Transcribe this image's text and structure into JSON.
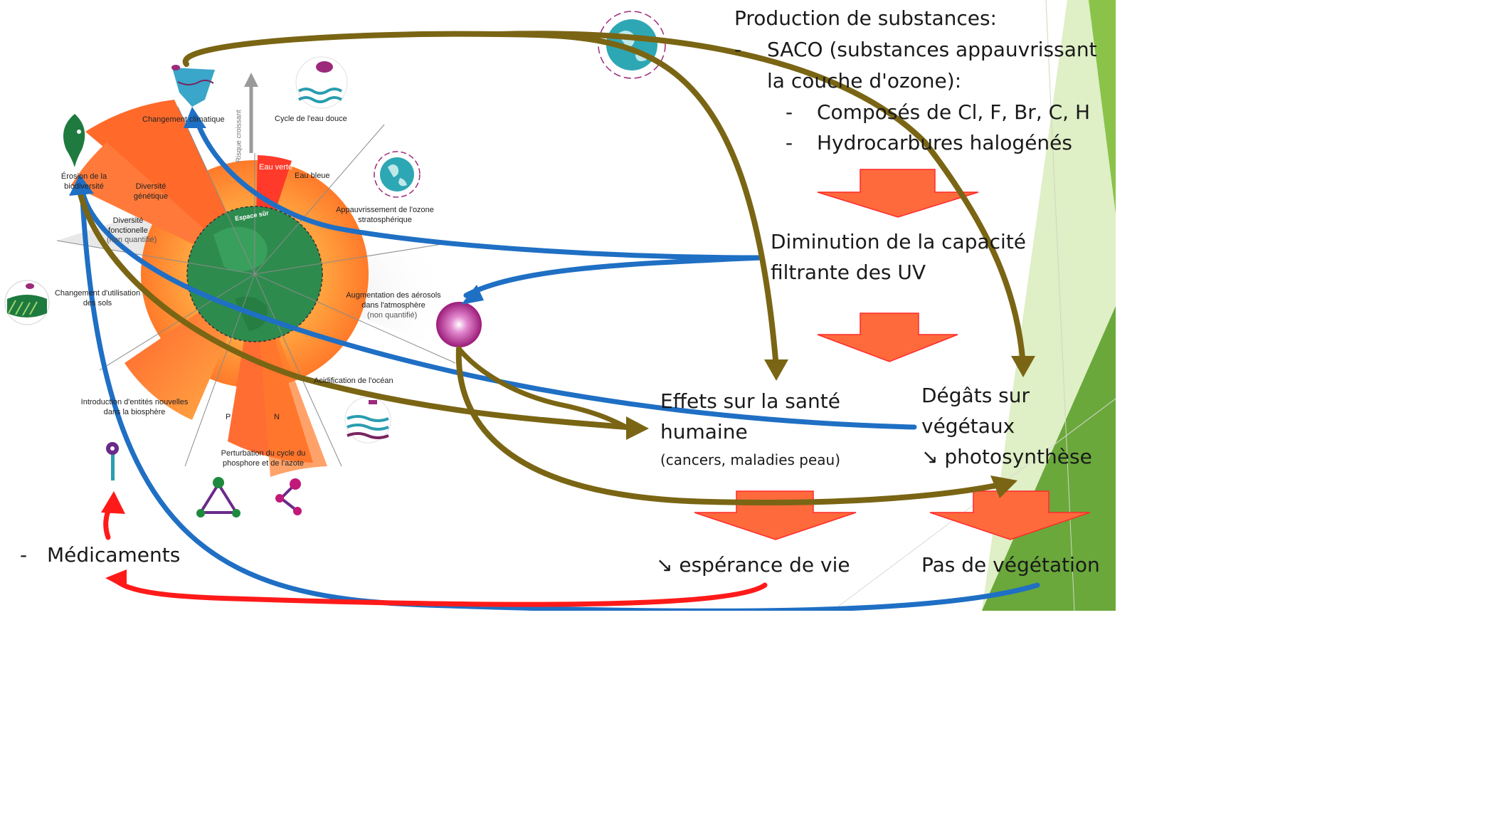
{
  "boundary_labels": {
    "climate": "Changement climatique",
    "freshwater": "Cycle de l'eau douce",
    "green_water": "Eau verte",
    "blue_water": "Eau bleue",
    "safe_space": "Espace sûr",
    "risk_axis": "Risque croissant",
    "biosphere": "Érosion de la biodiversité",
    "genetic": "Diversité génétique",
    "functional": "Diversité fonctionelle",
    "functional_note": "(non quantifié)",
    "ozone": "Appauvrissement de l'ozone stratosphérique",
    "land_use": "Changement d'utilisation des sols",
    "aerosols": "Augmentation des aérosols dans l'atmosphère",
    "aerosols_note": "(non quantifié)",
    "acidification": "Acidification de l'océan",
    "novel_entities": "Introduction d'entités nouvelles dans la biosphère",
    "p_label": "P",
    "n_label": "N",
    "biogeochem": "Perturbation du cycle du phosphore et de l'azote"
  },
  "medicaments": {
    "dash": "-",
    "label": "Médicaments"
  },
  "production": {
    "title": "Production de substances:",
    "items": [
      {
        "dash": "-",
        "text": "SACO (substances appauvrissant"
      },
      {
        "dash": "",
        "text": "la couche d'ozone):"
      }
    ],
    "subitems": [
      {
        "dash": "-",
        "text": "Composés de Cl, F, Br, C, H"
      },
      {
        "dash": "-",
        "text": "Hydrocarbures halogénés"
      }
    ]
  },
  "flow": {
    "diminution_l1": "Diminution de la capacité",
    "diminution_l2": "filtrante des UV",
    "health_l1": "Effets sur la santé",
    "health_l2": "humaine",
    "health_note": "(cancers, maladies peau)",
    "plants_l1": "Dégâts sur",
    "plants_l2": "végétaux",
    "plants_l3": "↘ photosynthèse",
    "life": "↘ espérance de vie",
    "no_veg": "Pas de végétation"
  },
  "colors": {
    "arrow_brown": "#7a6514",
    "arrow_blue": "#1f6fc4",
    "arrow_red": "#ff1a1a",
    "block_arrow": "#ff6a3d",
    "green_slide": "#7cb342",
    "boundary_orange": "#ff7a3a",
    "safe_green": "#2e8b4e"
  }
}
